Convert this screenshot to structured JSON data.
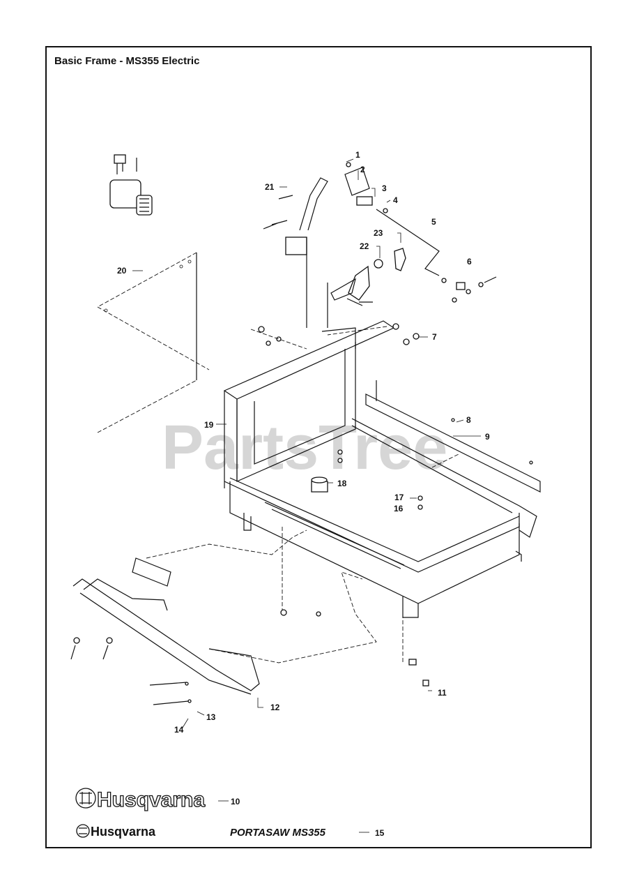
{
  "title": "Basic Frame - MS355 Electric",
  "watermark": "PartsTree",
  "callouts": [
    "1",
    "2",
    "3",
    "4",
    "5",
    "6",
    "7",
    "8",
    "9",
    "10",
    "11",
    "12",
    "13",
    "14",
    "15",
    "16",
    "17",
    "18",
    "19",
    "20",
    "21",
    "22",
    "23"
  ],
  "footer": {
    "brand_large": "Husqvarna",
    "brand_small": "Husqvarna",
    "model_name": "PORTASAW  MS355",
    "callout_brand_large": "10",
    "callout_model": "15"
  },
  "colors": {
    "ink": "#111111",
    "watermark": "#d6d6d6",
    "paper": "#ffffff"
  }
}
